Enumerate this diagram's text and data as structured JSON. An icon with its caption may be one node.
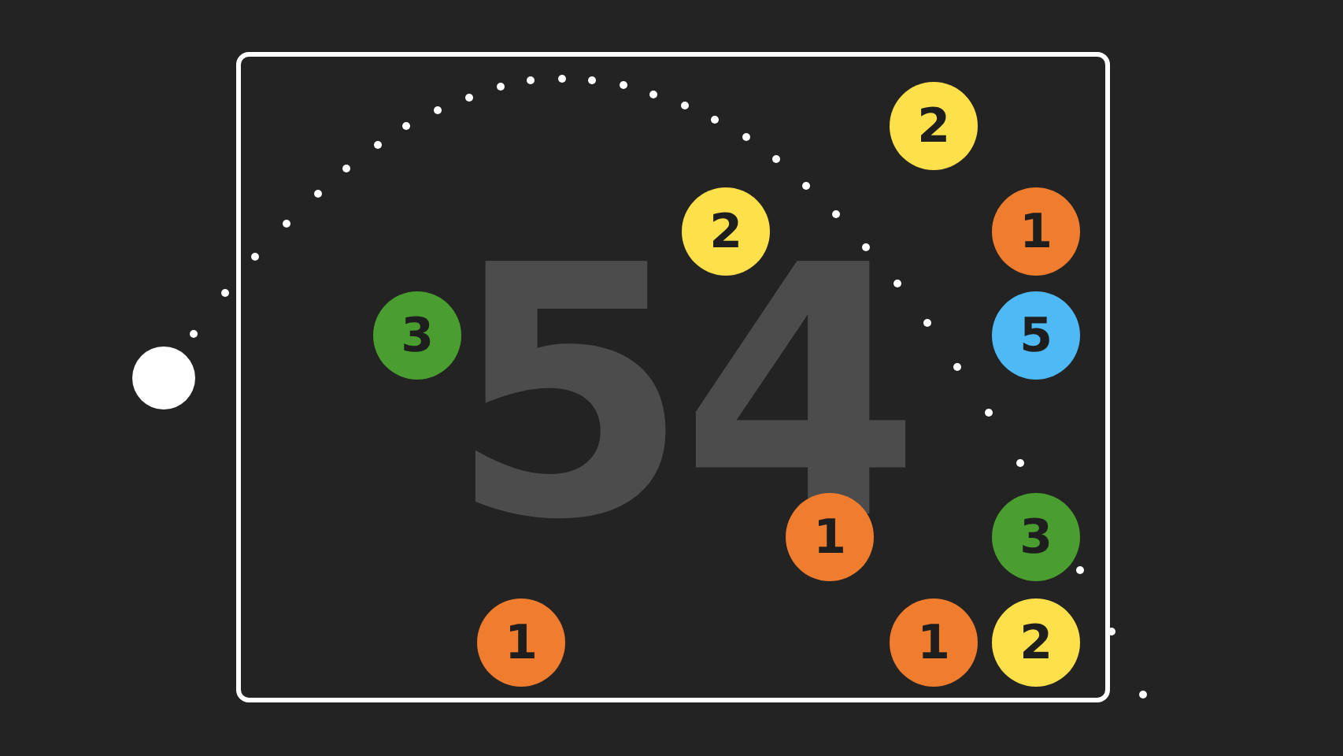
{
  "diagram": {
    "nodes": [
      {
        "text": [],
        "shape": "box"
      },
      {
        "text": [],
        "shape": "circle"
      },
      {
        "text": [
          "2"
        ],
        "in": 0
      },
      {
        "text": [
          "2"
        ],
        "in": 0
      },
      {
        "text": [
          "1"
        ],
        "in": 0
      },
      {
        "text": [
          "3"
        ],
        "in": 0
      },
      {
        "text": [
          "5"
        ],
        "in": 0
      },
      {
        "text": [
          "1"
        ],
        "in": 0
      },
      {
        "text": [
          "3"
        ],
        "in": 0
      },
      {
        "text": [
          "1"
        ],
        "in": 0
      },
      {
        "text": [
          "1"
        ],
        "in": 0
      },
      {
        "text": [
          "2"
        ],
        "in": 0
      }
    ],
    "labels": [
      "54"
    ]
  }
}
